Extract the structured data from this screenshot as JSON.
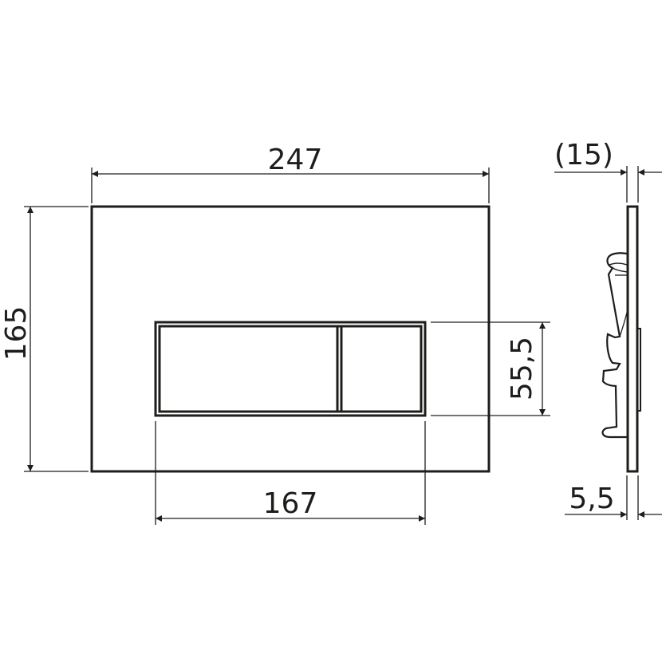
{
  "drawing": {
    "dimensions": {
      "width": "247",
      "height": "165",
      "button_height": "55,5",
      "button_width": "167",
      "total_depth": "(15)",
      "plate_thickness": "5,5"
    },
    "line_color": "#1d1d1b"
  }
}
